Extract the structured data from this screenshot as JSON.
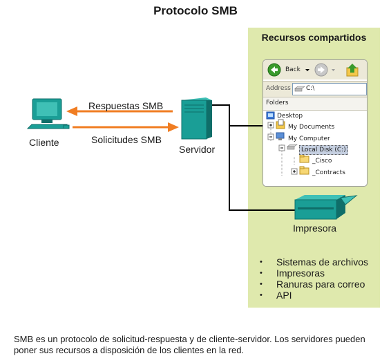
{
  "title": "Protocolo SMB",
  "client": {
    "label": "Cliente"
  },
  "server": {
    "label": "Servidor"
  },
  "arrows": {
    "responses": "Respuestas SMB",
    "requests": "Solicitudes SMB",
    "color": "#f07d22"
  },
  "shared_panel": {
    "title": "Recursos compartidos",
    "background": "#dfe9ad",
    "explorer": {
      "back_label": "Back",
      "address_label": "Address",
      "address_value": "C:\\",
      "folders_label": "Folders",
      "tree": [
        {
          "label": "Desktop",
          "icon": "desktop-icon"
        },
        {
          "label": "My Documents",
          "icon": "documents-folder-icon"
        },
        {
          "label": "My Computer",
          "icon": "computer-icon"
        },
        {
          "label": "Local Disk (C:)",
          "icon": "disk-drive-icon",
          "selected": true
        },
        {
          "label": "_Cisco",
          "icon": "folder-icon"
        },
        {
          "label": "_Contracts",
          "icon": "folder-icon"
        }
      ]
    },
    "printer_label": "Impresora",
    "resources": [
      "Sistemas de archivos",
      "Impresoras",
      "Ranuras para correo",
      "API"
    ]
  },
  "footer": "SMB es un protocolo de solicitud-respuesta y de cliente-servidor. Los servidores pueden poner sus recursos a disposición de los clientes en la red.",
  "colors": {
    "teal": "#1a9e96",
    "teal_dark": "#0f6e69",
    "teal_light": "#3fc0b6",
    "line": "#000000"
  }
}
